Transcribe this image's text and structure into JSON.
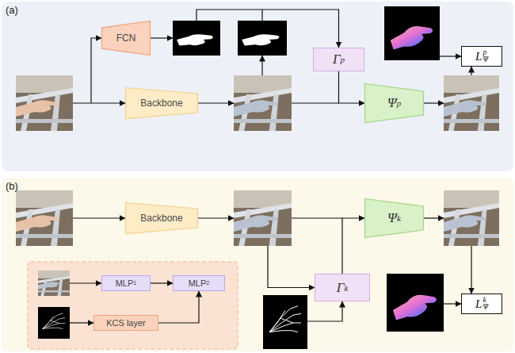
{
  "diagram": {
    "nodes": [
      {
        "text": [
          "(a)"
        ]
      },
      {
        "text": [
          "FCN"
        ],
        "in": 0
      },
      {
        "text": [
          "Backbone"
        ],
        "in": 0
      },
      {
        "text": [
          "Γ",
          "p"
        ],
        "in": 0
      },
      {
        "text": [
          "Ψ",
          "p"
        ],
        "in": 0
      },
      {
        "text": [
          "L",
          "Ψ",
          "p"
        ],
        "in": 0
      },
      {
        "text": [
          "(b)"
        ]
      },
      {
        "text": [
          "Backbone"
        ],
        "in": 6
      },
      {
        "text": [
          "Ψ",
          "k"
        ],
        "in": 6
      },
      {
        "text": [
          "Γ",
          "k"
        ],
        "in": 6
      },
      {
        "text": [
          "MLP",
          "1"
        ],
        "in": 6
      },
      {
        "text": [
          "MLP",
          "2"
        ],
        "in": 6
      },
      {
        "text": [
          "KCS layer"
        ],
        "in": 6
      },
      {
        "text": [
          "L",
          "Ψ",
          "k"
        ],
        "in": 6
      }
    ],
    "edges": [
      {
        "from": 3,
        "to": 4,
        "arrow": "to"
      },
      {
        "from": 9,
        "to": 8,
        "arrow": "to"
      },
      {
        "from": 10,
        "to": 11,
        "arrow": "to"
      },
      {
        "from": 12,
        "to": 11,
        "arrow": "to"
      }
    ]
  }
}
